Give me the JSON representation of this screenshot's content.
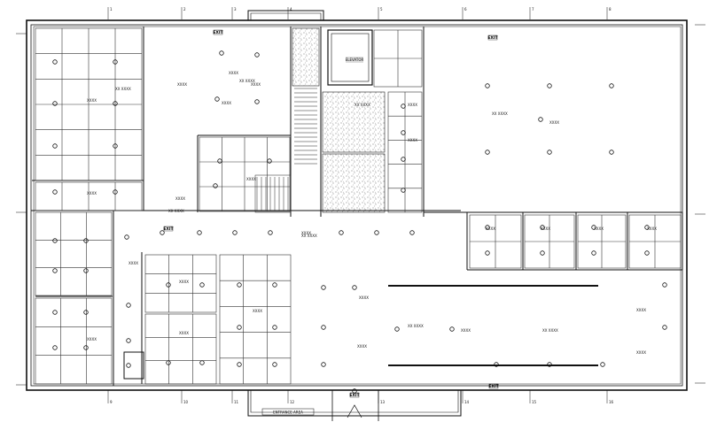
{
  "colors": {
    "line": "#111111",
    "grid": "#333333",
    "hatch": "#444444",
    "bg": "#ffffff"
  },
  "labels": {
    "exit": "EXIT",
    "room_label": "ELEVATOR",
    "entrance_label": "ENTRANCE AREA"
  },
  "fixture_tags": [
    "XXXX",
    "XXXX",
    "XXXX",
    "XXXX",
    "XXXX",
    "XXXX",
    "XXXX",
    "XXXX",
    "XXXX",
    "XXXX",
    "XXXX",
    "XXXX",
    "XXXX",
    "XXXX",
    "XXXX",
    "XXXX",
    "XXXX",
    "XXXX",
    "XXXX",
    "XXXX",
    "XXXX",
    "XXXX",
    "XXXX",
    "XXXX",
    "XXXX",
    "XXXX"
  ],
  "callout_tags": [
    "XX XXXX",
    "XX XXXX",
    "XX XXXX",
    "XX XXXX",
    "XX XXXX",
    "XX XXXX",
    "XX XXXX",
    "XX XXXX"
  ],
  "grid_markers": [
    "1",
    "2",
    "3",
    "4",
    "5",
    "6",
    "7",
    "8",
    "9",
    "10",
    "11",
    "12",
    "13",
    "14",
    "15",
    "16"
  ]
}
